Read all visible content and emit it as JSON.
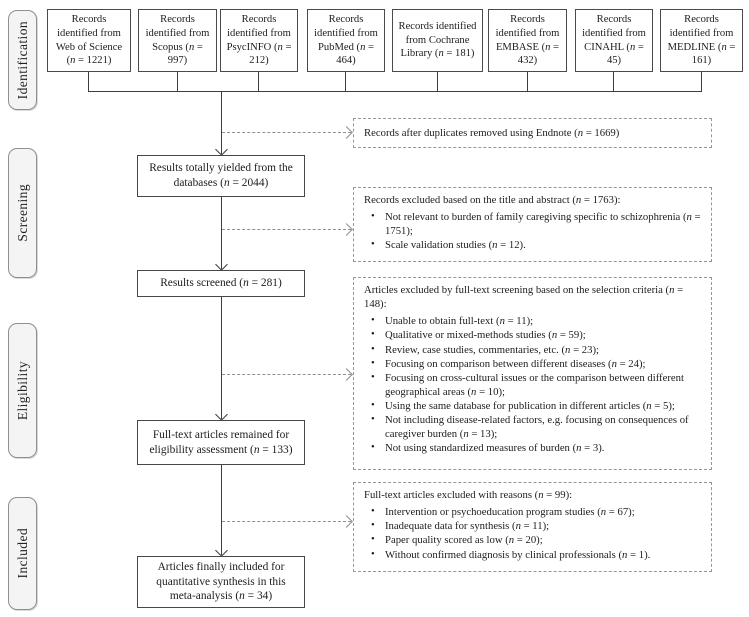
{
  "stages": [
    {
      "label": "Identification"
    },
    {
      "label": "Screening"
    },
    {
      "label": "Eligibility"
    },
    {
      "label": "Included"
    }
  ],
  "sources": [
    {
      "label": "Records identified from Web of Science (n = 1221)"
    },
    {
      "label": "Records identified from Scopus (n = 997)"
    },
    {
      "label": "Records identified from PsycINFO (n = 212)"
    },
    {
      "label": "Records identified from PubMed (n = 464)"
    },
    {
      "label": "Records identified from Cochrane Library (n = 181)"
    },
    {
      "label": "Records identified from EMBASE (n = 432)"
    },
    {
      "label": "Records identified from CINAHL (n = 45)"
    },
    {
      "label": "Records identified from MEDLINE (n = 161)"
    }
  ],
  "flow": [
    {
      "label": "Results totally yielded from the databases (n = 2044)"
    },
    {
      "label": "Results screened (n = 281)"
    },
    {
      "label": "Full-text articles remained for eligibility assessment (n = 133)"
    },
    {
      "label": "Articles finally included for quantitative synthesis in this meta-analysis (n = 34)"
    }
  ],
  "exclusions": [
    {
      "title": "Records after duplicates removed using Endnote (n = 1669)",
      "items": []
    },
    {
      "title": "Records excluded based on the title and abstract (n = 1763):",
      "items": [
        "Not relevant to burden of family caregiving specific to schizophrenia (n = 1751);",
        "Scale validation studies (n = 12)."
      ]
    },
    {
      "title": "Articles excluded by full-text screening based on the selection criteria (n = 148):",
      "items": [
        "Unable to obtain full-text (n = 11);",
        "Qualitative or mixed-methods studies (n = 59);",
        "Review, case studies, commentaries, etc. (n = 23);",
        "Focusing on comparison between different diseases (n = 24);",
        "Focusing on cross-cultural issues or the comparison between different geographical areas (n = 10);",
        "Using the same database for publication in different articles (n = 5);",
        "Not including disease-related factors, e.g. focusing on consequences of caregiver burden (n = 13);",
        "Not using standardized measures of burden (n = 3)."
      ]
    },
    {
      "title": "Full-text articles excluded with reasons (n = 99):",
      "items": [
        "Intervention or psychoeducation program studies (n = 67);",
        "Inadequate data for synthesis (n = 11);",
        "Paper quality scored as low (n = 20);",
        "Without confirmed diagnosis by clinical professionals (n = 1)."
      ]
    }
  ],
  "colors": {
    "box_border": "#4a4a4a",
    "dashed_border": "#969696",
    "stage_fill": "#f4f4f4",
    "stage_border": "#8f8f8f",
    "line": "#3d3d3d",
    "text": "#1c1c1c"
  }
}
